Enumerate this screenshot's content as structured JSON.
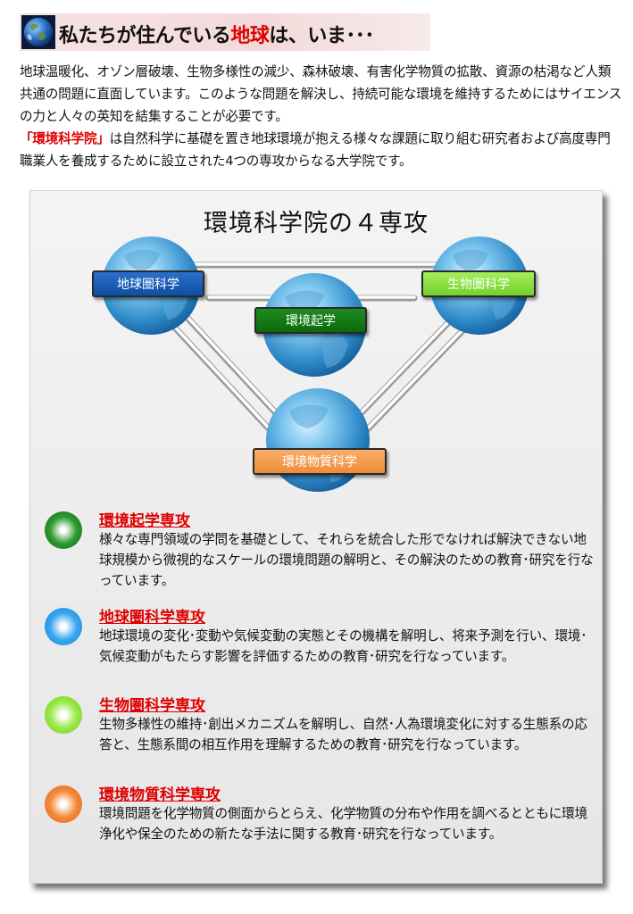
{
  "header": {
    "title_prefix": "私たちが住んでいる",
    "title_highlight": "地球",
    "title_suffix": "は、いま･･･"
  },
  "intro": {
    "text_before": "地球温暖化、オゾン層破壊、生物多様性の減少、森林破壊、有害化学物質の拡散、資源の枯渇など人類共通の問題に直面しています。このような問題を解決し、持続可能な環境を維持するためにはサイエンスの力と人々の英知を結集することが必要です。",
    "highlight": "「環境科学院」",
    "text_after": "は自然科学に基礎を置き地球環境が抱える様々な課題に取り組む研究者および高度専門職業人を養成するために設立された4つの専攻からなる大学院です。"
  },
  "diagram": {
    "title": "環境科学院の４専攻",
    "nodes": {
      "chikyu": "地球圏科学",
      "seibutsu": "生物圏科学",
      "kiki": "環境起学",
      "busshitsu": "環境物質科学"
    }
  },
  "sections": [
    {
      "heading": "環境起学専攻",
      "body": "様々な専門領域の学問を基礎として、それらを統合した形でなければ解決できない地球規模から微視的なスケールの環境問題の解明と、その解決のための教育･研究を行なっています。"
    },
    {
      "heading": "地球圏科学専攻",
      "body": "地球環境の変化･変動や気候変動の実態とその機構を解明し、将来予測を行い、環境･気候変動がもたらす影響を評価するための教育･研究を行なっています。"
    },
    {
      "heading": "生物圏科学専攻",
      "body": "生物多様性の維持･創出メカニズムを解明し、自然･人為環境変化に対する生態系の応答と、生態系間の相互作用を理解するための教育･研究を行なっています。"
    },
    {
      "heading": "環境物質科学専攻",
      "body": "環境問題を化学物質の側面からとらえ、化学物質の分布や作用を調べるとともに環境浄化や保全のための新たな手法に関する教育･研究を行なっています。"
    }
  ],
  "colors": {
    "accent_red": "#e00000",
    "kiki_green": "#0e6a0e",
    "chikyu_blue": "#1f64c0",
    "seibutsu_lime": "#8ae03e",
    "busshitsu_orange": "#f39a4e"
  }
}
